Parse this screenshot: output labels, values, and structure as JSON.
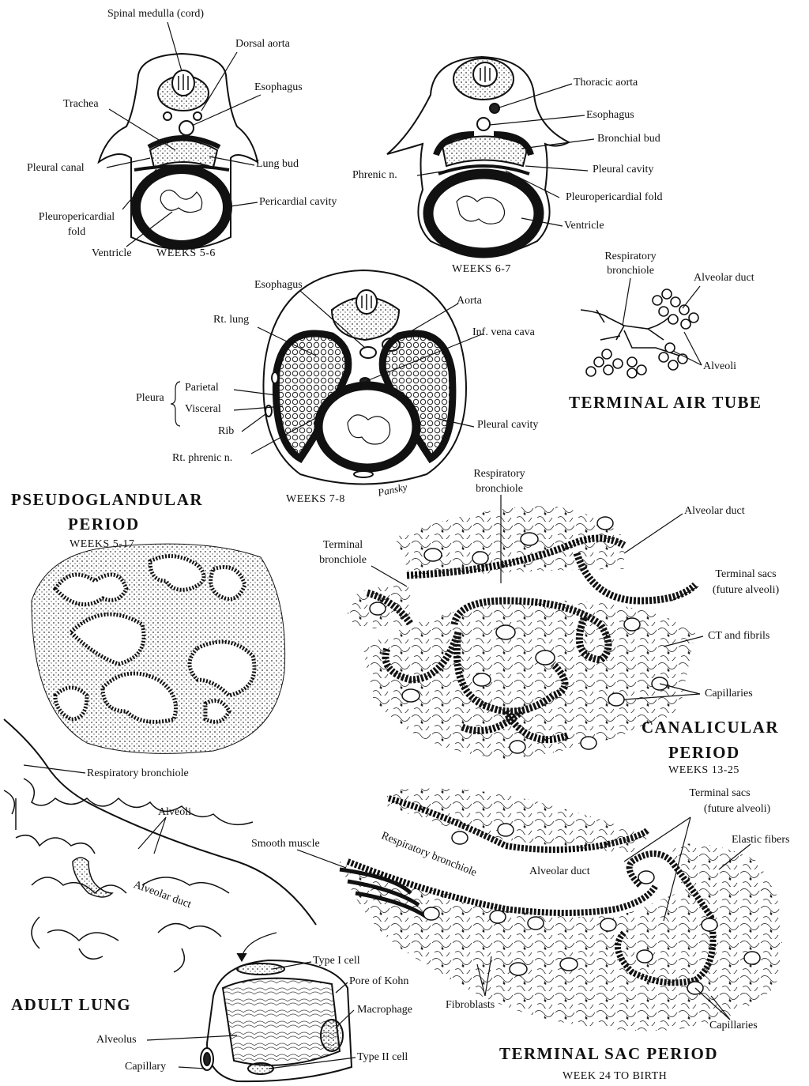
{
  "panel_weeks_5_6": {
    "labels": {
      "spinal_medulla": "Spinal medulla (cord)",
      "dorsal_aorta": "Dorsal aorta",
      "esophagus": "Esophagus",
      "trachea": "Trachea",
      "pleural_canal": "Pleural canal",
      "lung_bud": "Lung bud",
      "pleuropericardial_fold_1": "Pleuropericardial",
      "pleuropericardial_fold_2": "fold",
      "pericardial_cavity": "Pericardial cavity",
      "ventricle": "Ventricle"
    },
    "stage": "WEEKS 5-6"
  },
  "panel_weeks_6_7": {
    "labels": {
      "thoracic_aorta": "Thoracic aorta",
      "esophagus": "Esophagus",
      "bronchial_bud": "Bronchial bud",
      "phrenic_n": "Phrenic n.",
      "pleural_cavity": "Pleural cavity",
      "pleuropericardial_fold": "Pleuropericardial fold",
      "ventricle": "Ventricle"
    },
    "stage": "WEEKS 6-7"
  },
  "panel_weeks_7_8": {
    "labels": {
      "esophagus": "Esophagus",
      "aorta": "Aorta",
      "rt_lung": "Rt. lung",
      "inf_vena_cava": "Inf. vena cava",
      "pleura": "Pleura",
      "parietal": "Parietal",
      "visceral": "Visceral",
      "rib": "Rib",
      "rt_phrenic_n": "Rt. phrenic n.",
      "pleural_cavity": "Pleural cavity"
    },
    "stage": "WEEKS 7-8",
    "signature": "Pansky"
  },
  "terminal_air_tube": {
    "labels": {
      "respiratory_bronchiole_1": "Respiratory",
      "respiratory_bronchiole_2": "bronchiole",
      "alveolar_duct": "Alveolar duct",
      "alveoli": "Alveoli"
    },
    "title": "TERMINAL AIR TUBE"
  },
  "pseudoglandular": {
    "title_1": "PSEUDOGLANDULAR",
    "title_2": "PERIOD",
    "weeks": "WEEKS 5-17"
  },
  "canalicular": {
    "labels": {
      "respiratory_bronchiole_1": "Respiratory",
      "respiratory_bronchiole_2": "bronchiole",
      "terminal_bronchiole_1": "Terminal",
      "terminal_bronchiole_2": "bronchiole",
      "alveolar_duct": "Alveolar duct",
      "terminal_sacs_1": "Terminal sacs",
      "terminal_sacs_2": "(future alveoli)",
      "ct_fibrils": "CT and fibrils",
      "capillaries": "Capillaries"
    },
    "title_1": "CANALICULAR",
    "title_2": "PERIOD",
    "weeks": "WEEKS 13-25"
  },
  "adult_lung": {
    "labels": {
      "respiratory_bronchiole": "Respiratory bronchiole",
      "alveoli": "Alveoli",
      "alveolar_duct": "Alveolar duct",
      "type_i_cell": "Type I cell",
      "pore_of_kohn": "Pore of Kohn",
      "macrophage": "Macrophage",
      "alveolus": "Alveolus",
      "type_ii_cell": "Type II cell",
      "capillary": "Capillary"
    },
    "title": "ADULT LUNG"
  },
  "terminal_sac": {
    "labels": {
      "terminal_sacs_1": "Terminal sacs",
      "terminal_sacs_2": "(future alveoli)",
      "elastic_fibers": "Elastic fibers",
      "smooth_muscle": "Smooth muscle",
      "respiratory_bronchiole": "Respiratory bronchiole",
      "alveolar_duct": "Alveolar duct",
      "fibroblasts": "Fibroblasts",
      "capillaries": "Capillaries"
    },
    "title": "TERMINAL SAC PERIOD",
    "weeks": "WEEK 24 TO BIRTH"
  }
}
